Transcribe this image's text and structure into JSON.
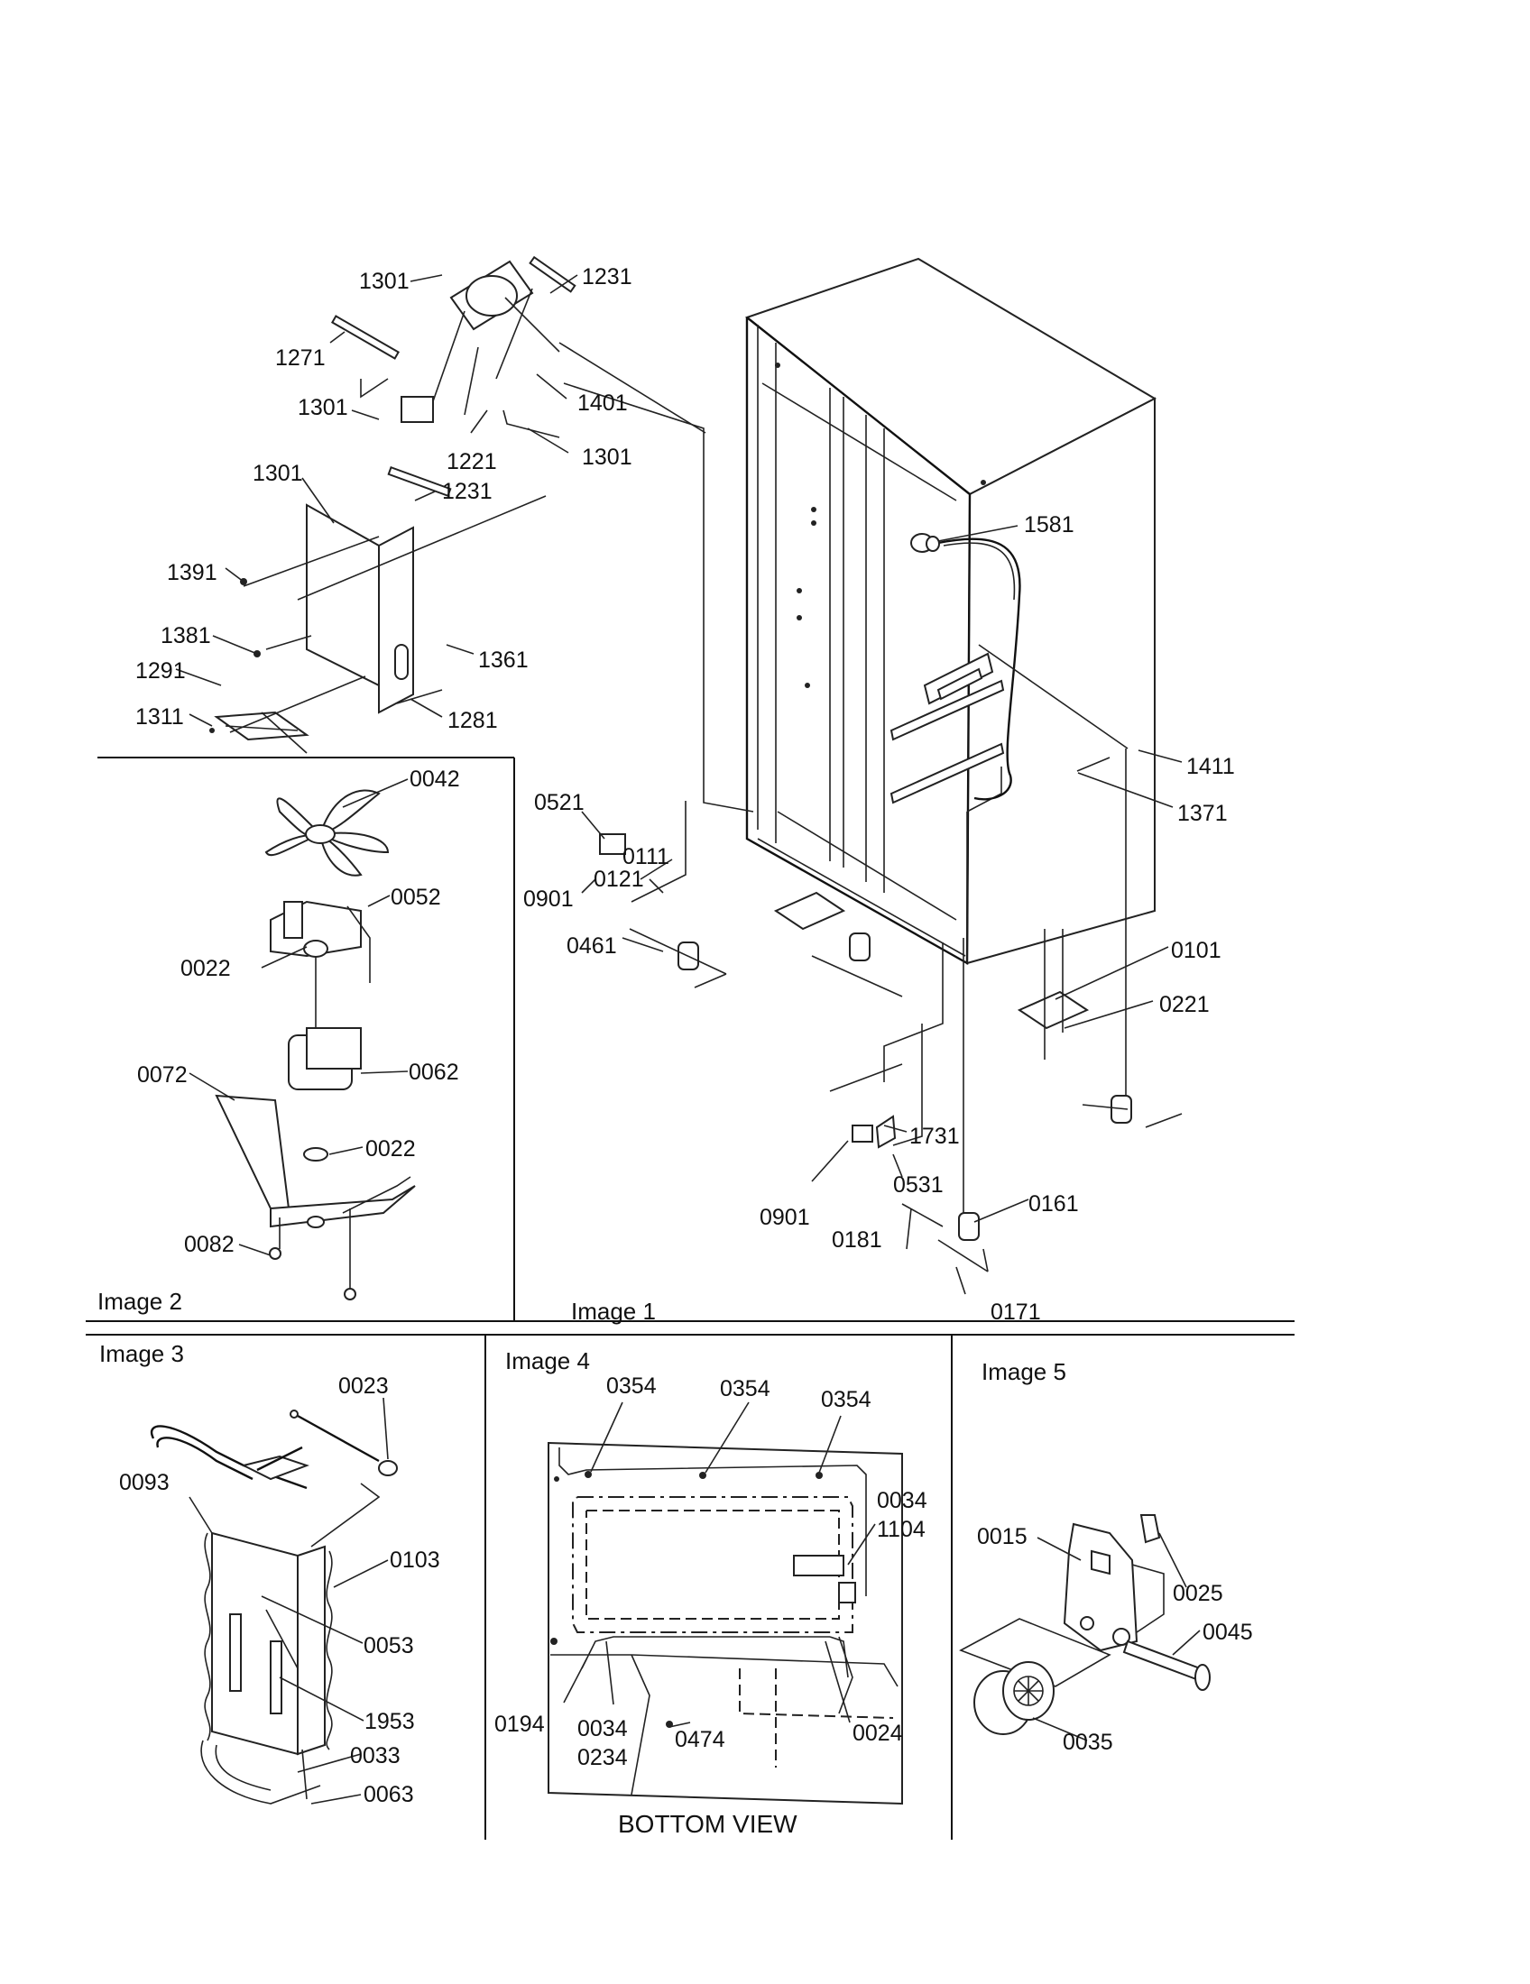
{
  "panels": {
    "image1": "Image 1",
    "image2": "Image 2",
    "image3": "Image 3",
    "image4": "Image 4",
    "image5": "Image 5"
  },
  "image4_caption": "BOTTOM VIEW",
  "labels": {
    "a1301": "1301",
    "a1231": "1231",
    "a1271": "1271",
    "a1301b": "1301",
    "a1401": "1401",
    "a1221": "1221",
    "a1301c": "1301",
    "a1301d": "1301",
    "a1231b": "1231",
    "a1391": "1391",
    "a1381": "1381",
    "a1361": "1361",
    "a1291": "1291",
    "a1311": "1311",
    "a1281": "1281",
    "a1581": "1581",
    "a1411": "1411",
    "a1371": "1371",
    "a0521": "0521",
    "a0111": "0111",
    "a0121": "0121",
    "a0901": "0901",
    "a0461": "0461",
    "a0101": "0101",
    "a0221": "0221",
    "a1731": "1731",
    "a0531": "0531",
    "a0901b": "0901",
    "a0161": "0161",
    "a0181": "0181",
    "a0171": "0171",
    "b0042": "0042",
    "b0052": "0052",
    "b0022": "0022",
    "b0062": "0062",
    "b0072": "0072",
    "b0022b": "0022",
    "b0082": "0082",
    "c0023": "0023",
    "c0093": "0093",
    "c0103": "0103",
    "c0053": "0053",
    "c1953": "1953",
    "c0033": "0033",
    "c0063": "0063",
    "d0354a": "0354",
    "d0354b": "0354",
    "d0354c": "0354",
    "d0034a": "0034",
    "d1104": "1104",
    "d0194": "0194",
    "d0034b": "0034",
    "d0234": "0234",
    "d0474": "0474",
    "d0024": "0024",
    "e0015": "0015",
    "e0025": "0025",
    "e0045": "0045",
    "e0035": "0035"
  }
}
